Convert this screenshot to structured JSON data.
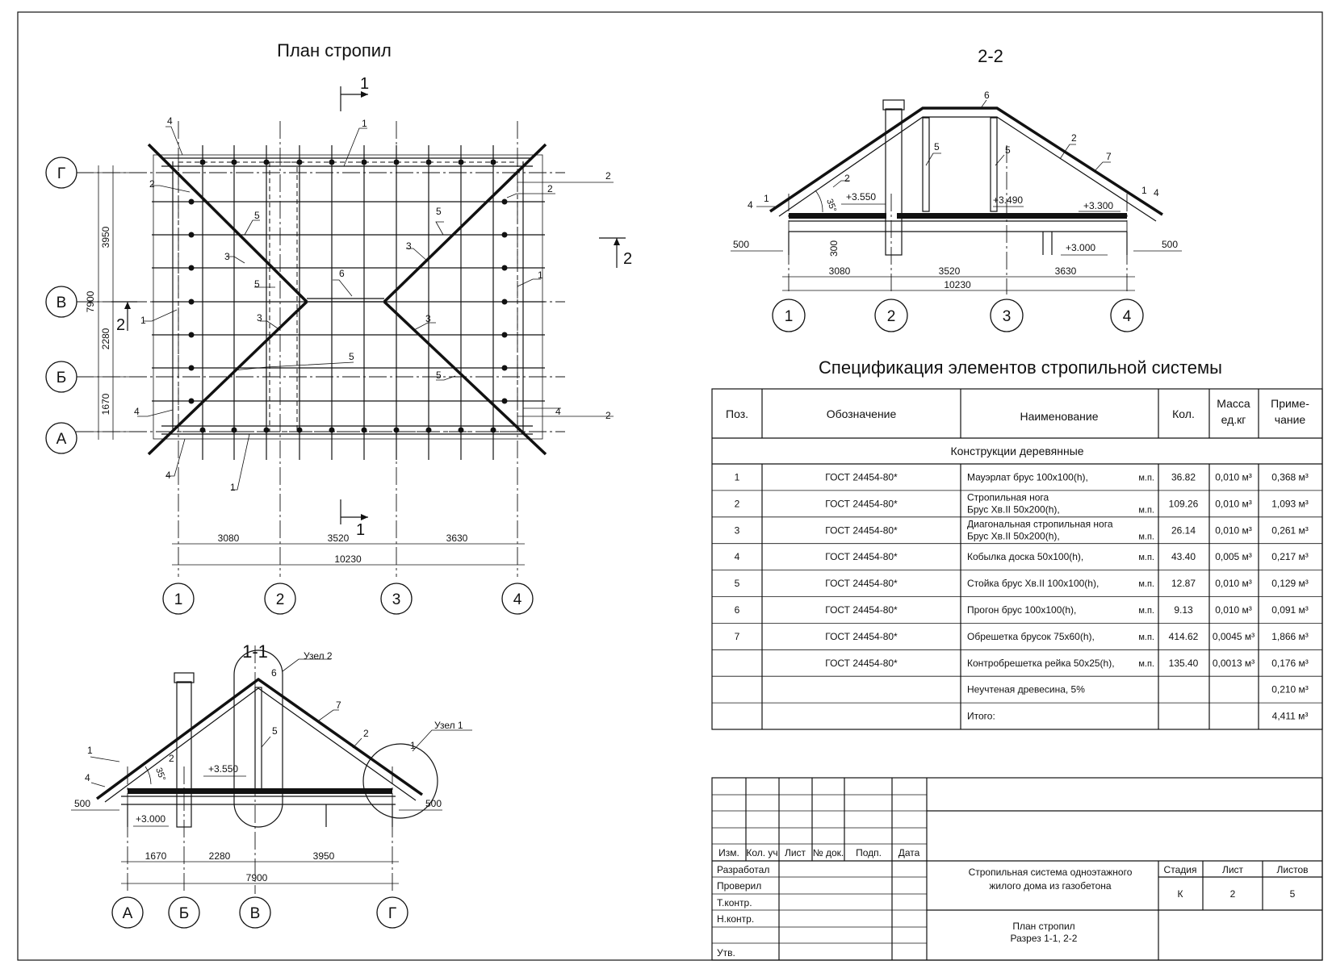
{
  "plan": {
    "title": "План стропил",
    "cut_1": "1",
    "cut_2": "2",
    "axes_h": [
      "Г",
      "В",
      "Б",
      "А"
    ],
    "axes_v": [
      "1",
      "2",
      "3",
      "4"
    ],
    "dims_v": [
      "3950",
      "7900",
      "2280",
      "1670"
    ],
    "dims_h": [
      "3080",
      "3520",
      "3630"
    ],
    "dim_total": "10230",
    "callouts": {
      "c4a": "4",
      "c1a": "1",
      "c2a": "2",
      "c2b": "2",
      "c2c": "2",
      "c2d": "2",
      "c5a": "5",
      "c5b": "5",
      "c5c": "5",
      "c5d": "5",
      "c5e": "5",
      "c3a": "3",
      "c3b": "3",
      "c3c": "3",
      "c3d": "3",
      "c6": "6",
      "c1b": "1",
      "c1c": "1",
      "c4b": "4",
      "c4c": "4",
      "c1d": "1",
      "c4d": "4"
    }
  },
  "section22": {
    "title": "2-2",
    "labels": {
      "p6": "6",
      "p5a": "5",
      "p5b": "5",
      "p2a": "2",
      "p2b": "2",
      "p7": "7",
      "p1a": "1",
      "p1b": "1",
      "p4a": "4",
      "p4b": "4",
      "angle": "35°",
      "lvl1": "+3.550",
      "lvl2": "+3.490",
      "lvl3": "+3.300",
      "lvl4": "+3.000",
      "d500a": "500",
      "d500b": "500",
      "d300": "300"
    },
    "dims": [
      "3080",
      "3520",
      "3630"
    ],
    "dim_total": "10230",
    "axes": [
      "1",
      "2",
      "3",
      "4"
    ]
  },
  "section11": {
    "title": "1-1",
    "labels": {
      "node2": "Узел 2",
      "node1": "Узел 1",
      "p6": "6",
      "p7": "7",
      "p5": "5",
      "p2a": "2",
      "p2b": "2",
      "p1a": "1",
      "p1b": "1",
      "p4": "4",
      "angle": "35°",
      "lvl1": "+3.550",
      "lvl2": "+3.000",
      "d500a": "500",
      "d500b": "500"
    },
    "dims": [
      "1670",
      "2280",
      "3950"
    ],
    "dim_total": "7900",
    "axes": [
      "А",
      "Б",
      "В",
      "Г"
    ]
  },
  "spec": {
    "title": "Спецификация элементов стропильной системы",
    "headers": [
      "Поз.",
      "Обозначение",
      "Наименование",
      "Кол.",
      "Масса ед.кг",
      "Приме- чание"
    ],
    "group": "Конструкции деревянные",
    "rows": [
      {
        "pos": "1",
        "code": "ГОСТ 24454-80*",
        "name": [
          "Мауэрлат брус 100х100(h),"
        ],
        "unit": "м.п.",
        "qty": "36.82",
        "mass": "0,010 м³",
        "note": "0,368 м³"
      },
      {
        "pos": "2",
        "code": "ГОСТ 24454-80*",
        "name": [
          "Стропильная нога",
          "Брус Хв.II 50х200(h),"
        ],
        "unit": "м.п.",
        "qty": "109.26",
        "mass": "0,010 м³",
        "note": "1,093 м³"
      },
      {
        "pos": "3",
        "code": "ГОСТ 24454-80*",
        "name": [
          "Диагональная стропильная нога",
          "Брус Хв.II 50х200(h),"
        ],
        "unit": "м.п.",
        "qty": "26.14",
        "mass": "0,010 м³",
        "note": "0,261 м³"
      },
      {
        "pos": "4",
        "code": "ГОСТ 24454-80*",
        "name": [
          "Кобылка доска 50х100(h),"
        ],
        "unit": "м.п.",
        "qty": "43.40",
        "mass": "0,005 м³",
        "note": "0,217 м³"
      },
      {
        "pos": "5",
        "code": "ГОСТ 24454-80*",
        "name": [
          "Стойка брус Хв.II 100х100(h),"
        ],
        "unit": "м.п.",
        "qty": "12.87",
        "mass": "0,010 м³",
        "note": "0,129 м³"
      },
      {
        "pos": "6",
        "code": "ГОСТ 24454-80*",
        "name": [
          "Прогон брус 100х100(h),"
        ],
        "unit": "м.п.",
        "qty": "9.13",
        "mass": "0,010 м³",
        "note": "0,091 м³"
      },
      {
        "pos": "7",
        "code": "ГОСТ 24454-80*",
        "name": [
          "Обрешетка брусок 75х60(h),"
        ],
        "unit": "м.п.",
        "qty": "414.62",
        "mass": "0,0045 м³",
        "note": "1,866 м³"
      },
      {
        "pos": "",
        "code": "ГОСТ 24454-80*",
        "name": [
          "Контробрешетка рейка 50х25(h),"
        ],
        "unit": "м.п.",
        "qty": "135.40",
        "mass": "0,0013 м³",
        "note": "0,176 м³"
      },
      {
        "pos": "",
        "code": "",
        "name": [
          "Неучтеная древесина, 5%"
        ],
        "unit": "",
        "qty": "",
        "mass": "",
        "note": "0,210 м³"
      },
      {
        "pos": "",
        "code": "",
        "name": [
          "Итого:"
        ],
        "unit": "",
        "qty": "",
        "mass": "",
        "note": "4,411 м³"
      }
    ]
  },
  "stamp": {
    "cols": [
      "Изм.",
      "Кол. уч",
      "Лист",
      "№ док.",
      "Подп.",
      "Дата"
    ],
    "roles": [
      "Разработал",
      "Проверил",
      "Т.контр.",
      "Н.контр.",
      "",
      "Утв."
    ],
    "project": [
      "Стропильная система одноэтажного",
      "жилого дома из газобетона"
    ],
    "sheet_title": [
      "План стропил",
      "Разрез 1-1, 2-2"
    ],
    "stage_label": "Стадия",
    "sheet_label": "Лист",
    "sheets_label": "Листов",
    "stage": "К",
    "sheet": "2",
    "sheets": "5"
  }
}
